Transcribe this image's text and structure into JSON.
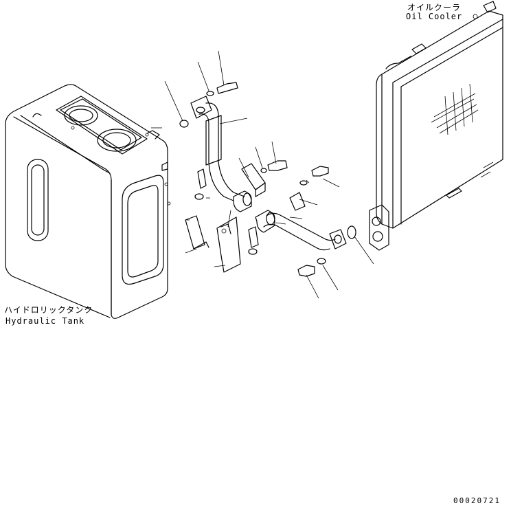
{
  "labels": {
    "hydraulic_tank_jp": "ハイドロリックタンク",
    "hydraulic_tank_en": "Hydraulic Tank",
    "oil_cooler_jp": "オイルクーラ",
    "oil_cooler_en": "Oil Cooler",
    "drawing_code": "00020721"
  }
}
